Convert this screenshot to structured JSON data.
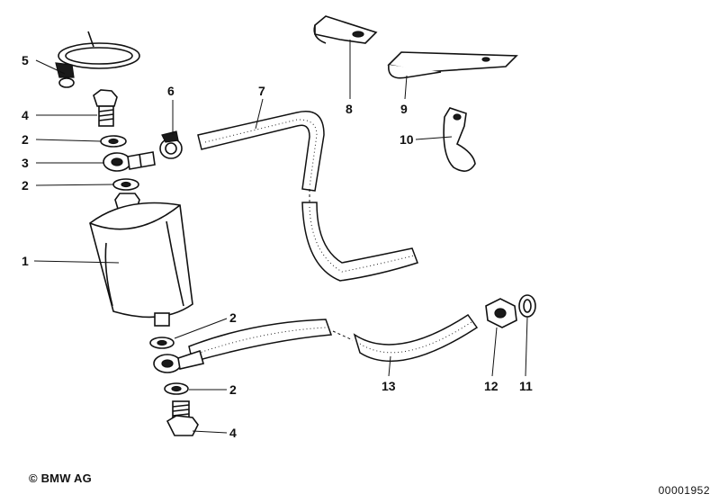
{
  "labels": {
    "n1": "1",
    "n2a": "2",
    "n2b": "2",
    "n2c": "2",
    "n2d": "2",
    "n3": "3",
    "n4a": "4",
    "n4b": "4",
    "n5": "5",
    "n6": "6",
    "n7": "7",
    "n8": "8",
    "n9": "9",
    "n10": "10",
    "n11": "11",
    "n12": "12",
    "n13": "13"
  },
  "footer": {
    "copyright": "© BMW AG",
    "doc_number": "00001952"
  }
}
